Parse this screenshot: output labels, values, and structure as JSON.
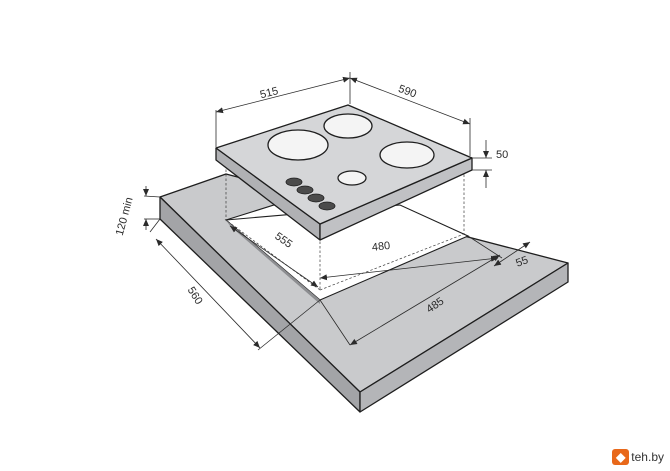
{
  "diagram": {
    "dimensions": {
      "hob_width": "515",
      "hob_depth": "590",
      "hob_height": "50",
      "cutout_depth": "555",
      "cutout_width": "480",
      "front_offset": "55",
      "worktop_width": "485",
      "worktop_depth": "560",
      "clearance": "120 min"
    },
    "colors": {
      "worktop_top": "#c9cacc",
      "worktop_side": "#a3a4a7",
      "hob_top": "#d5d6d8",
      "hob_edge": "#b0b1b4",
      "burner": "#f4f4f4",
      "knob": "#4b4b4b",
      "watermark_accent": "#e8681a"
    }
  },
  "watermark": {
    "brand": "teh.by"
  }
}
